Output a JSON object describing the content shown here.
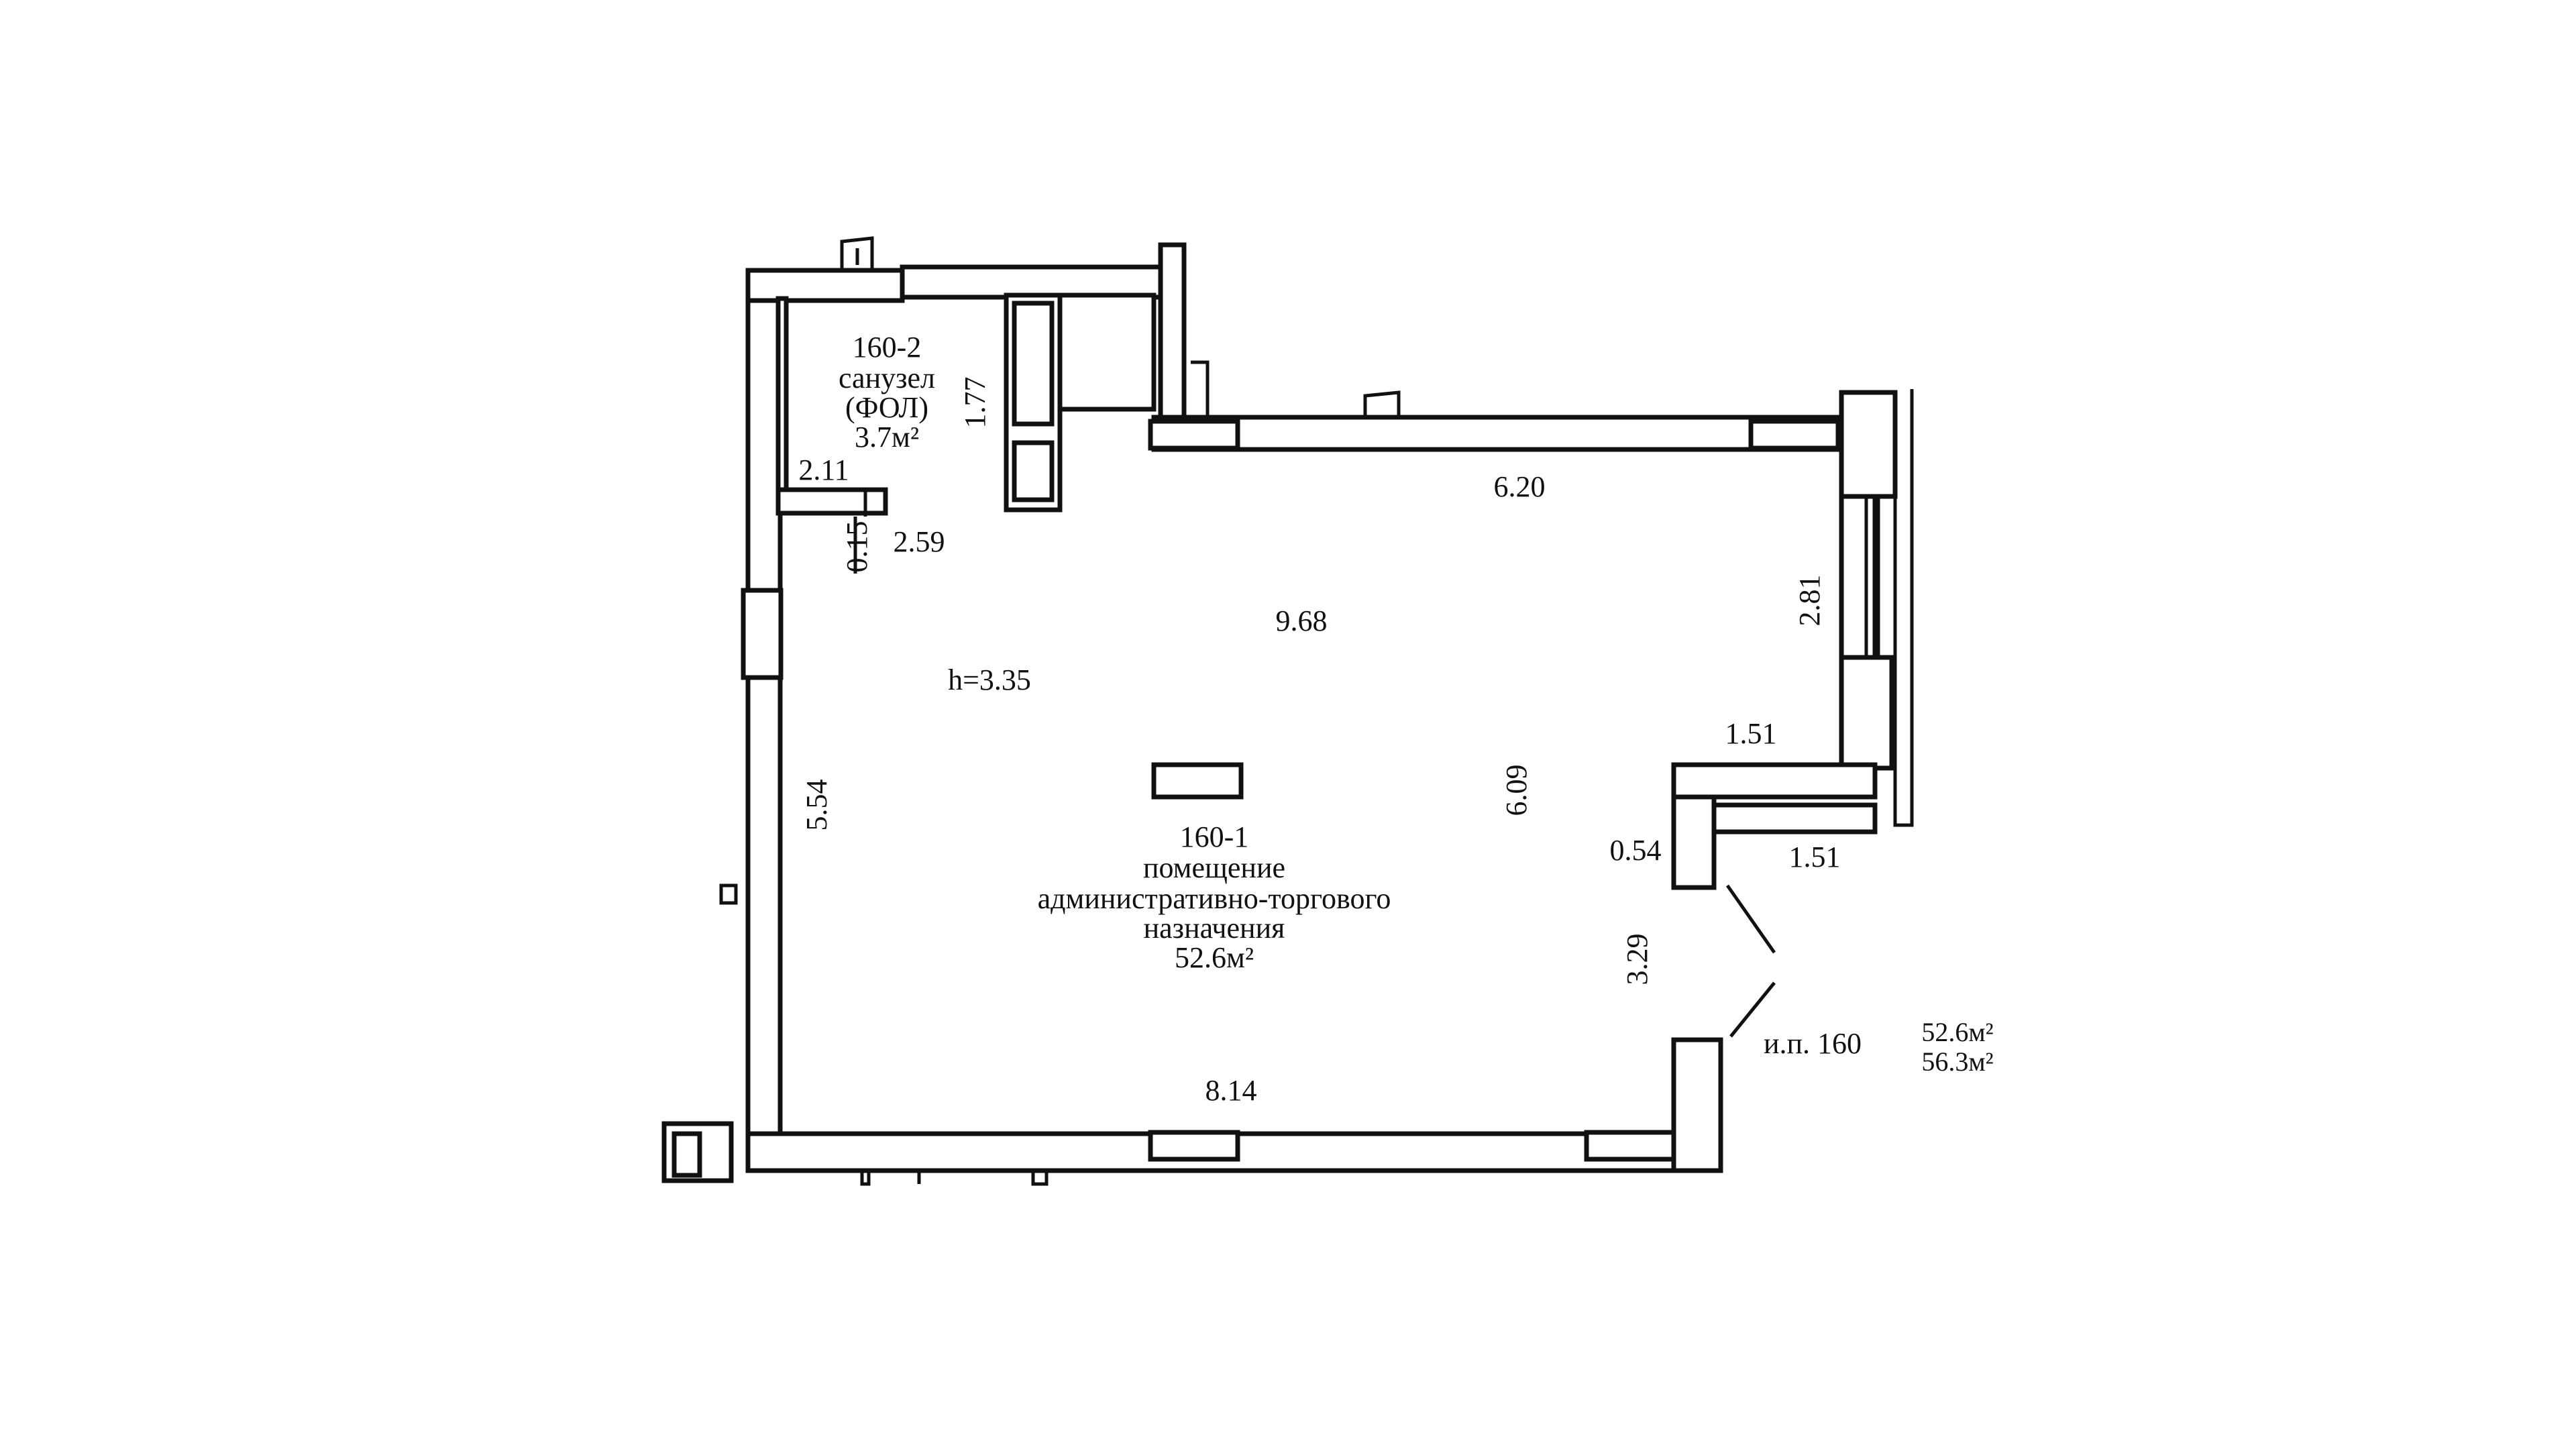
{
  "colors": {
    "background": "#ffffff",
    "wall_outline": "#111111",
    "wall_fill": "#ffffff",
    "text": "#111111"
  },
  "rooms": [
    {
      "id": "room-160-2",
      "number": "160-2",
      "name": "санузел",
      "note": "(ФОЛ)",
      "area": "3.7м²"
    },
    {
      "id": "room-160-1",
      "number": "160-1",
      "name_line1": "помещение",
      "name_line2": "административно-торгового",
      "name_line3": "назначения",
      "area": "52.6м²"
    }
  ],
  "dimensions": {
    "d_1_77": "1.77",
    "d_2_11": "2.11",
    "d_0_15": "0.15",
    "d_2_59": "2.59",
    "d_6_20": "6.20",
    "d_9_68": "9.68",
    "d_2_81": "2.81",
    "d_1_51_top": "1.51",
    "d_1_51_bottom": "1.51",
    "d_6_09": "6.09",
    "d_0_54": "0.54",
    "d_5_54": "5.54",
    "d_3_29": "3.29",
    "d_8_14": "8.14"
  },
  "ceiling_height": "h=3.35",
  "summary": {
    "unit_label": "и.п. 160",
    "area_main": "52.6м²",
    "area_total": "56.3м²"
  }
}
